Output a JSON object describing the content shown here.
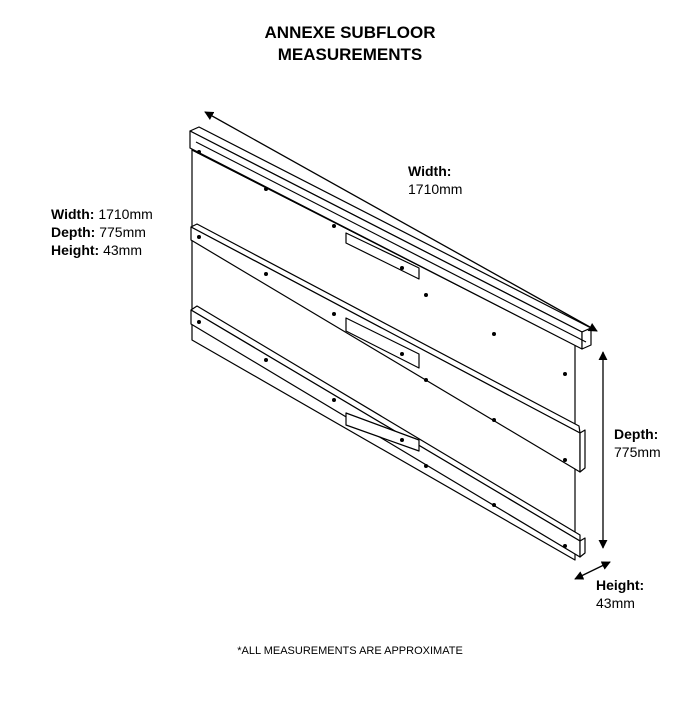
{
  "title": {
    "line1": "ANNEXE SUBFLOOR",
    "line2": "MEASUREMENTS"
  },
  "summary": {
    "width_label": "Width:",
    "width_value": "1710mm",
    "depth_label": "Depth:",
    "depth_value": "775mm",
    "height_label": "Height:",
    "height_value": "43mm"
  },
  "dimensions": {
    "width_label": "Width:",
    "width_value": "1710mm",
    "depth_label": "Depth:",
    "depth_value": "775mm",
    "height_label": "Height:",
    "height_value": "43mm"
  },
  "footnote": "*ALL MEASUREMENTS ARE APPROXIMATE",
  "colors": {
    "line": "#000000",
    "background": "#ffffff"
  }
}
